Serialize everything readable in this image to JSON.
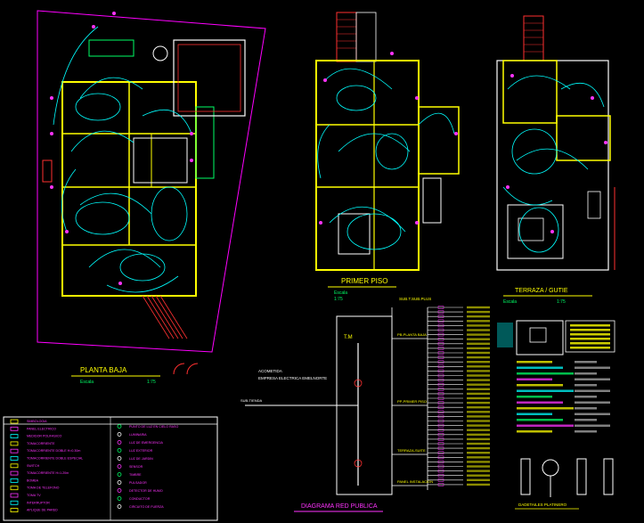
{
  "plans": {
    "ground": {
      "title": "PLANTA BAJA",
      "scale_label": "Escala",
      "scale_value": "1:75"
    },
    "first": {
      "title": "PRIMER PISO",
      "scale_label": "Escala",
      "scale_value": "1:75"
    },
    "terrace": {
      "title": "TERRAZA / GUTIE",
      "scale_label": "Escala",
      "scale_value": "1:75"
    }
  },
  "diagram": {
    "title": "DIAGRAMA RED PUBLICA",
    "company": [
      "ACOMETIDA",
      "EMPRESA ELECTRICA EMELNORTE"
    ],
    "main_board": "T.M",
    "panel_top": "SUB.T.SUB.PLUS",
    "sub_panels": [
      "PB-PLANTA BAJA",
      "PP-PRIMER PISO",
      "TERRAZA-SUITE",
      "PANEL INSTALACION"
    ],
    "feed_label": "SUB-TIENDA"
  },
  "details": {
    "title": "DADETAILES PLATINERO"
  },
  "legend": {
    "header": "SIMBOLOGIA",
    "items": [
      "SIMBOLOGIA",
      "PANEL ELECTRICO",
      "MEDIDOR POLIFASICO",
      "TOMACORRIENTE",
      "TOMACORRIENTE DOBLE H=0.30m",
      "TOMACORRIENTE DOBLE ESPECIAL",
      "SWITCH",
      "TOMACORRIENTE H=1.20m",
      "BOMBA",
      "TOMA DE TELEFONO",
      "TOMA TV",
      "INTERRUPTOR",
      "APLIQUE DE PARED"
    ],
    "items_right": [
      "PUNTO DE LUZ EN CIELO RASO",
      "LUMINARIA",
      "LUZ DE EMERGENCIA",
      "LUZ EXTERIOR",
      "LUZ DE JARDIN",
      "SENSOR",
      "TIMBRE",
      "PULSADOR",
      "DETECTOR DE HUMO",
      "CONDUCTOR",
      "CIRCUITO DE FUERZA"
    ]
  },
  "colors": {
    "bg": "#000000",
    "wall": "#ffff00",
    "circuit": "#00ffff",
    "site": "#ff00ff",
    "magenta": "#ff33ff",
    "red": "#ff3030",
    "green": "#00ff66",
    "white": "#ffffff"
  }
}
